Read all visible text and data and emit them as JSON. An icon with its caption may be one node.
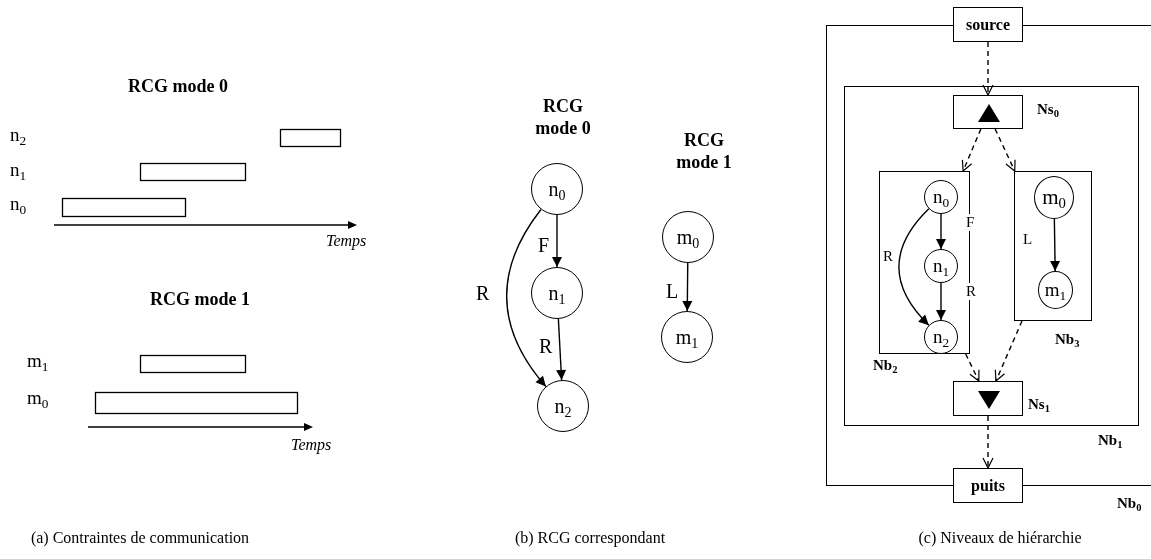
{
  "diagram": {
    "nodes": [
      {
        "text": [
          "n$_{0}$"
        ]
      },
      {
        "text": [
          "n$_{1}$"
        ]
      },
      {
        "text": [
          "n$_{2}$"
        ]
      },
      {
        "text": [
          "m$_{0}$"
        ]
      },
      {
        "text": [
          "m$_{1}$"
        ]
      },
      {
        "text": [
          "Nb$_{0}$"
        ]
      },
      {
        "text": [
          "source"
        ]
      },
      {
        "text": [
          "Nb$_{1}$"
        ],
        "in": 5
      },
      {
        "text": [
          "Ns$_{0}$"
        ],
        "in": 7
      },
      {
        "text": [
          "Nb$_{2}$"
        ],
        "in": 7
      },
      {
        "text": [
          "n$_{0}$"
        ],
        "in": 9
      },
      {
        "text": [
          "n$_{1}$"
        ],
        "in": 9
      },
      {
        "text": [
          "n$_{2}$"
        ],
        "in": 9
      },
      {
        "text": [
          "Nb$_{3}$"
        ],
        "in": 7
      },
      {
        "text": [
          "m$_{0}$"
        ],
        "in": 13
      },
      {
        "text": [
          "m$_{1}$"
        ],
        "in": 13
      },
      {
        "text": [
          "Ns$_{1}$"
        ],
        "in": 7
      },
      {
        "text": [
          "puits"
        ]
      }
    ],
    "edges": [
      {
        "from": 0,
        "to": 1,
        "arrow": "to",
        "label": "F"
      },
      {
        "from": 1,
        "to": 2,
        "arrow": "to",
        "label": "R"
      },
      {
        "from": 0,
        "to": 2,
        "arrow": "to",
        "label": "R"
      },
      {
        "from": 3,
        "to": 4,
        "arrow": "to",
        "label": "L"
      },
      {
        "from": 6,
        "to": 8,
        "arrow": "to",
        "style": "dashed"
      },
      {
        "from": 8,
        "to": 9,
        "arrow": "to",
        "style": "dashed"
      },
      {
        "from": 8,
        "to": 13,
        "arrow": "to",
        "style": "dashed"
      },
      {
        "from": 9,
        "to": 16,
        "arrow": "to",
        "style": "dashed"
      },
      {
        "from": 13,
        "to": 16,
        "arrow": "to",
        "style": "dashed"
      },
      {
        "from": 16,
        "to": 17,
        "arrow": "to",
        "style": "dashed"
      },
      {
        "from": 10,
        "to": 11,
        "arrow": "to",
        "label": "F"
      },
      {
        "from": 11,
        "to": 12,
        "arrow": "to",
        "label": "R"
      },
      {
        "from": 10,
        "to": 12,
        "arrow": "to",
        "label": "R"
      },
      {
        "from": 14,
        "to": 15,
        "arrow": "to",
        "label": "L"
      }
    ],
    "labels": [
      "RCG mode 0",
      "n$_{2}$",
      "n$_{1}$",
      "n$_{0}$",
      "Temps",
      "RCG mode 1",
      "m$_{1}$",
      "m$_{0}$",
      "Temps",
      "RCG mode 0",
      "RCG mode 1",
      "(a) Contraintes de communication",
      "(b) RCG correspondant",
      "(c) Niveaux de hiérarchie"
    ]
  }
}
